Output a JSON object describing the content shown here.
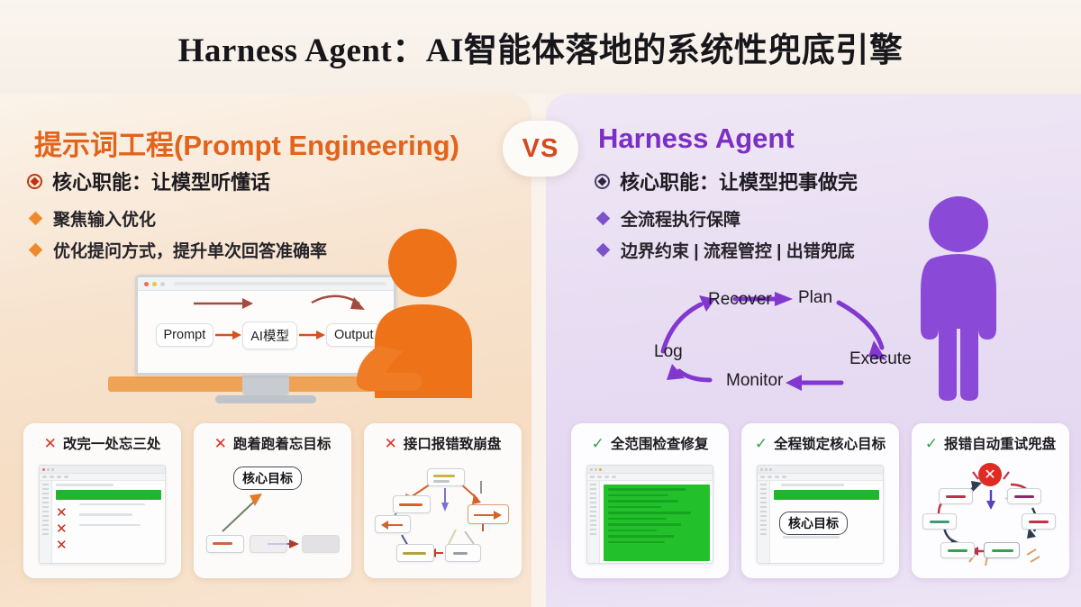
{
  "title": "Harness Agent：AI智能体落地的系统性兜底引擎",
  "vs_badge": "VS",
  "colors": {
    "orange_accent": "#e2641c",
    "purple_accent": "#7b2fc4",
    "error_red": "#d8352a",
    "success_green": "#34a44a",
    "left_panel_bg": "#f7e3cf",
    "right_panel_bg": "#e7dcf2"
  },
  "left": {
    "heading": "提示词工程(Prompt Engineering)",
    "main_bullet": "核心职能：让模型听懂话",
    "sub_bullets": [
      "聚焦输入优化",
      "优化提问方式，提升单次回答准确率"
    ],
    "flow": {
      "steps": [
        "Prompt",
        "AI模型",
        "Output"
      ]
    },
    "cards": [
      {
        "mark": "✕",
        "title": "改完一处忘三处",
        "art": "editor-with-errors"
      },
      {
        "mark": "✕",
        "title": "跑着跑着忘目标",
        "art": "goal-drift",
        "pill": "核心目标"
      },
      {
        "mark": "✕",
        "title": "接口报错致崩盘",
        "art": "broken-flow"
      }
    ]
  },
  "right": {
    "heading": "Harness Agent",
    "main_bullet": "核心职能：让模型把事做完",
    "sub_bullets": [
      "全流程执行保障",
      "边界约束 | 流程管控 | 出错兜底"
    ],
    "cycle": {
      "nodes": [
        "Plan",
        "Execute",
        "Monitor",
        "Log",
        "Recover"
      ],
      "order": "Plan → Execute → Monitor → Log → Recover → Plan"
    },
    "cards": [
      {
        "mark": "✓",
        "title": "全范围检查修复",
        "art": "editor-all-green"
      },
      {
        "mark": "✓",
        "title": "全程锁定核心目标",
        "art": "editor-goal-locked",
        "pill": "核心目标"
      },
      {
        "mark": "✓",
        "title": "报错自动重试兜盘",
        "art": "retry-loop"
      }
    ]
  }
}
